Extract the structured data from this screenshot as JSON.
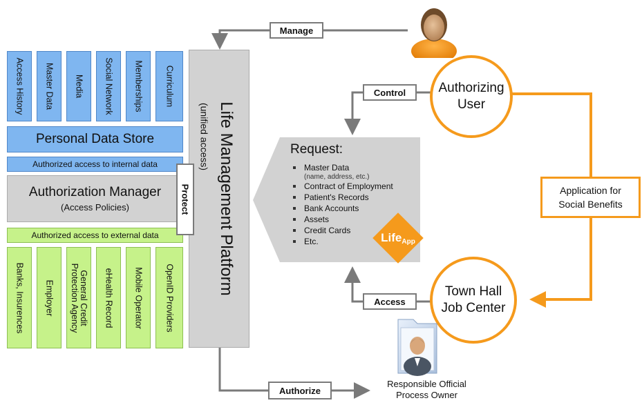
{
  "platform": {
    "title": "Life Management Platform",
    "subtitle": "(unified access)"
  },
  "data_store": {
    "columns": [
      "Access History",
      "Master Data",
      "Media",
      "Social Network",
      "Memberships",
      "Curriculum"
    ],
    "title": "Personal Data Store",
    "internal_access": "Authorized access to internal data"
  },
  "auth_manager": {
    "title": "Authorization Manager",
    "subtitle": "(Access Policies)",
    "protect": "Protect"
  },
  "external": {
    "access_label": "Authorized access to external data",
    "columns": [
      "Banks, Insurences",
      "Employer",
      "General Credit Protection Agency",
      "eHealth Record",
      "Mobile Operator",
      "OpenID Providers"
    ]
  },
  "request": {
    "title": "Request:",
    "items": [
      {
        "label": "Master Data",
        "sub": "(name, address, etc.)"
      },
      {
        "label": "Contract of Employment",
        "sub": ""
      },
      {
        "label": "Patient's Records",
        "sub": ""
      },
      {
        "label": "Bank Accounts",
        "sub": ""
      },
      {
        "label": "Assets",
        "sub": ""
      },
      {
        "label": "Credit Cards",
        "sub": ""
      },
      {
        "label": "Etc.",
        "sub": ""
      }
    ],
    "lifeapp_main": "Life",
    "lifeapp_sub": "App"
  },
  "labels": {
    "manage": "Manage",
    "control": "Control",
    "access": "Access",
    "authorize": "Authorize"
  },
  "authorizing_user": {
    "line1": "Authorizing",
    "line2": "User"
  },
  "town_hall": {
    "line1": "Town Hall",
    "line2": "Job Center"
  },
  "application": {
    "line1": "Application for",
    "line2": "Social Benefits"
  },
  "official": {
    "line1": "Responsible Official",
    "line2": "Process Owner"
  },
  "colors": {
    "blue": "#7fb6f0",
    "green": "#c6f28a",
    "orange": "#f59a1c",
    "gray": "#d2d2d2"
  }
}
